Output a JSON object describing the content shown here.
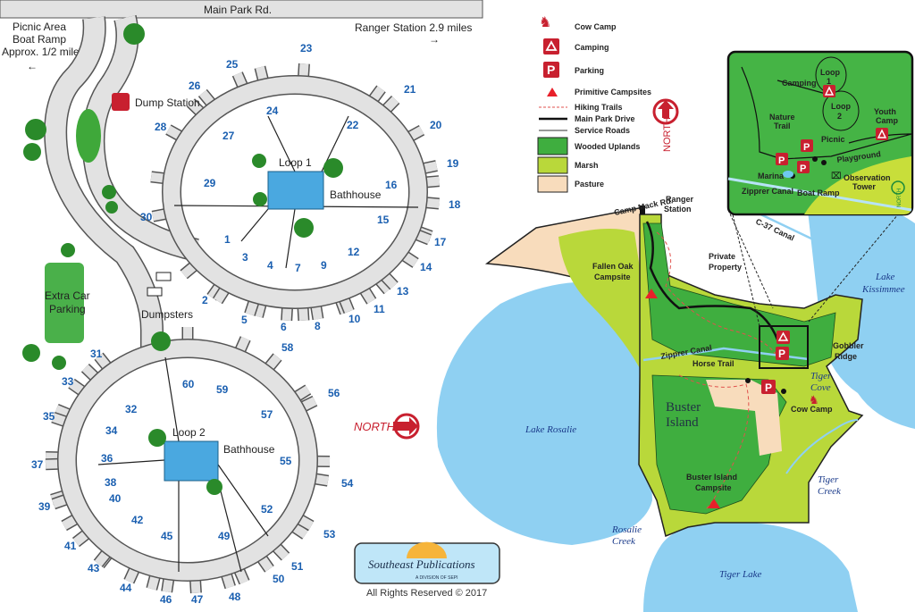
{
  "campground": {
    "main_road": "Main Park Rd.",
    "ranger_station": "Ranger Station 2.9 miles",
    "picnic_area": [
      "Picnic Area",
      "Boat Ramp",
      "Approx. 1/2 mile"
    ],
    "dump_station": "Dump Station",
    "dumpsters": "Dumpsters",
    "extra_parking": [
      "Extra Car",
      "Parking"
    ],
    "loop1": "Loop 1",
    "loop2": "Loop 2",
    "bathhouse": "Bathhouse",
    "north": "NORTH",
    "sites": [
      "1",
      "2",
      "3",
      "4",
      "5",
      "6",
      "7",
      "8",
      "9",
      "10",
      "11",
      "12",
      "13",
      "14",
      "15",
      "16",
      "17",
      "18",
      "19",
      "20",
      "21",
      "22",
      "23",
      "24",
      "25",
      "26",
      "27",
      "28",
      "29",
      "30",
      "31",
      "32",
      "33",
      "34",
      "35",
      "36",
      "37",
      "38",
      "39",
      "40",
      "41",
      "42",
      "43",
      "44",
      "45",
      "46",
      "47",
      "48",
      "49",
      "50",
      "51",
      "52",
      "53",
      "54",
      "55",
      "56",
      "57",
      "58",
      "59",
      "60"
    ]
  },
  "legend": {
    "items": [
      "Cow Camp",
      "Camping",
      "Parking",
      "Primitive Campsites",
      "Hiking Trails",
      "Main Park Drive",
      "Service Roads",
      "Wooded Uplands",
      "Marsh",
      "Pasture"
    ],
    "colors": {
      "wooded": "#3fae3f",
      "marsh": "#b9d83a",
      "pasture": "#f8dcbc",
      "water": "#8fd0f2",
      "accent": "#c8202f"
    }
  },
  "park": {
    "camp_mack_rd": "Camp Mack Rd.",
    "ranger_station": [
      "Ranger",
      "Station"
    ],
    "fallen_oak": [
      "Fallen Oak",
      "Campsite"
    ],
    "private_property": [
      "Private",
      "Property"
    ],
    "zipprer_canal": "Zipprer Canal",
    "horse_trail": "Horse Trail",
    "buster_island": [
      "Buster",
      "Island"
    ],
    "buster_campsite": [
      "Buster Island",
      "Campsite"
    ],
    "cow_camp": "Cow Camp",
    "gobbler_ridge": [
      "Gobbler",
      "Ridge"
    ],
    "tiger_cove": [
      "Tiger",
      "Cove"
    ],
    "tiger_creek": [
      "Tiger",
      "Creek"
    ],
    "rosalie_creek": [
      "Rosalie",
      "Creek"
    ],
    "lake_rosalie": "Lake Rosalie",
    "lake_kissimmee": [
      "Lake",
      "Kissimmee"
    ],
    "tiger_lake": "Tiger Lake",
    "c37_canal": "C-37 Canal",
    "north": "NORTH"
  },
  "inset": {
    "loop1": [
      "Loop",
      "1"
    ],
    "loop2": [
      "Loop",
      "2"
    ],
    "camping": "Camping",
    "youth_camp": [
      "Youth",
      "Camp"
    ],
    "nature_trail": [
      "Nature",
      "Trail"
    ],
    "picnic": "Picnic",
    "playground": "Playground",
    "marina": "Marina",
    "observation_tower": [
      "Observation",
      "Tower"
    ],
    "zipprer_canal": "Zipprer Canal",
    "boat_ramp": "Boat Ramp",
    "north": "NORTH"
  },
  "footer": {
    "publisher": "Southeast Publications",
    "division": "A DIVISION OF SEPI",
    "copyright": "All Rights Reserved © 2017"
  }
}
